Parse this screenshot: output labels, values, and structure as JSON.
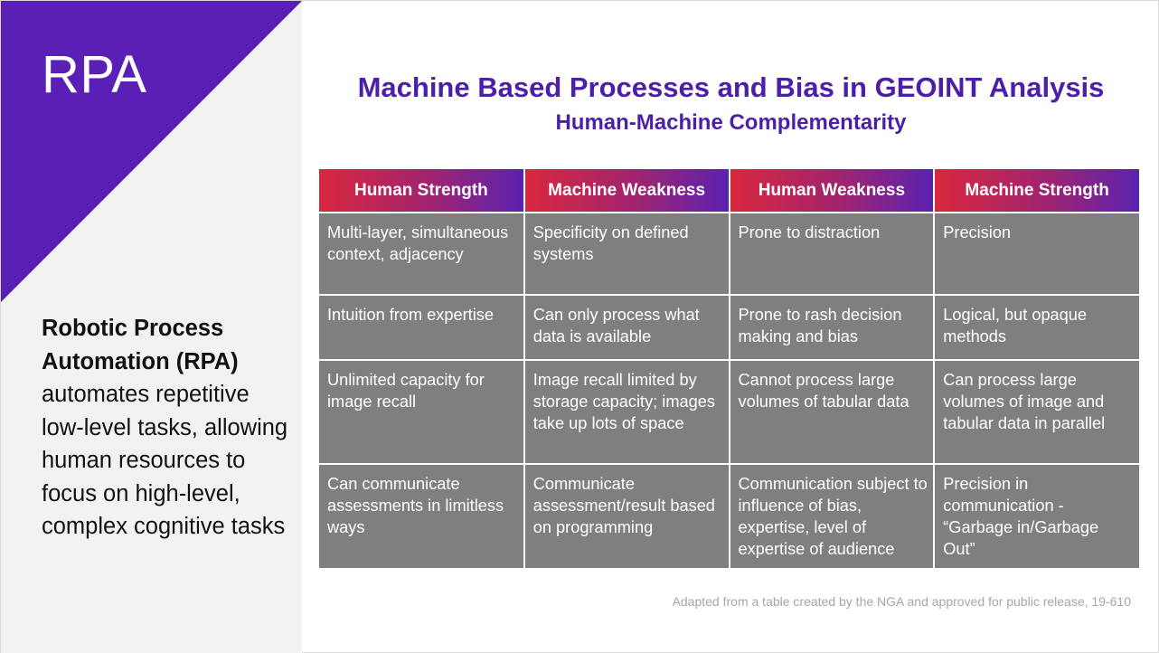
{
  "side": {
    "badge": "RPA",
    "bold_text": "Robotic Process Automation (RPA)",
    "body_text": "automates repetitive low-level tasks, allowing human resources to focus on high-level, complex cognitive tasks"
  },
  "header": {
    "title": "Machine Based Processes and Bias in GEOINT Analysis",
    "subtitle": "Human-Machine Complementarity"
  },
  "table": {
    "headers": [
      "Human Strength",
      "Machine Weakness",
      "Human Weakness",
      "Machine Strength"
    ],
    "rows": [
      [
        "Multi-layer, simultaneous context, adjacency",
        "Specificity on defined systems",
        "Prone to distraction",
        "Precision"
      ],
      [
        "Intuition from expertise",
        "Can only process what data is available",
        "Prone to rash decision making and bias",
        "Logical, but opaque methods"
      ],
      [
        "Unlimited capacity for image recall",
        "Image recall limited by storage capacity; images take up lots of space",
        "Cannot process large volumes of tabular data",
        "Can process large volumes of image and tabular data in parallel"
      ],
      [
        "Can communicate assessments in limitless ways",
        "Communicate assessment/result based on programming",
        "Communication subject to influence of bias, expertise, level of expertise of audience",
        "Precision in communication - “Garbage in/Garbage Out”"
      ]
    ]
  },
  "footnote": "Adapted from a table created by the NGA and approved for public release, 19-610",
  "colors": {
    "accent_purple": "#4b1fa8",
    "triangle_purple": "#5a1fb5",
    "header_red": "#d9273d",
    "cell_gray": "#7f7f7f"
  }
}
